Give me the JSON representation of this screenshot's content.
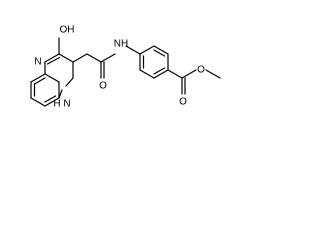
{
  "molecule": {
    "labels": {
      "oh": "OH",
      "nh_amide": "NH",
      "n_ring": "N",
      "nh_ring": "H",
      "nh_ring_n": "N",
      "o_amide": "O",
      "o_ester_carbonyl": "O",
      "o_ester": "O"
    },
    "colors": {
      "bond": "#000000",
      "background": "#ffffff"
    }
  }
}
